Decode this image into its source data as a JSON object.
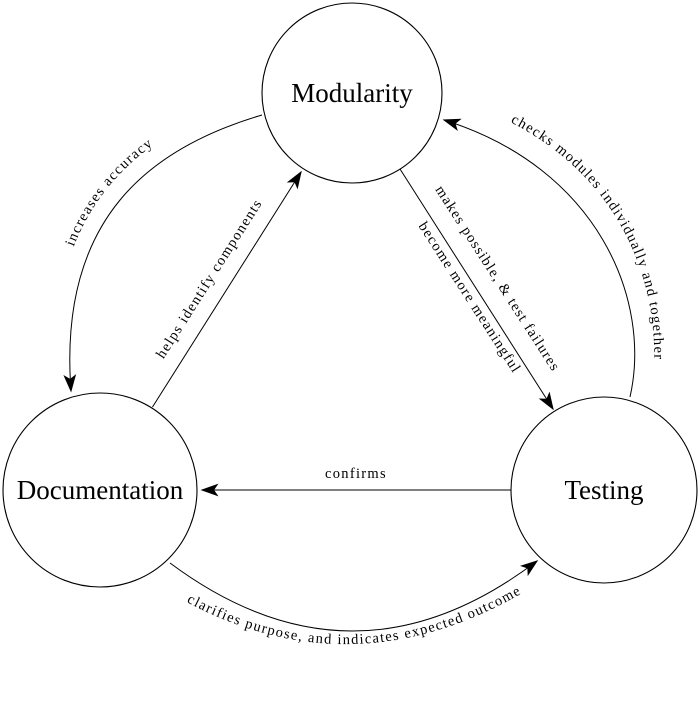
{
  "diagram": {
    "background_color": "#ffffff",
    "stroke_color": "#000000",
    "text_color": "#000000",
    "arrowhead_style": "filled-stealth-triangle",
    "nodes": {
      "modularity": {
        "label": "Modularity"
      },
      "documentation": {
        "label": "Documentation"
      },
      "testing": {
        "label": "Testing"
      }
    },
    "edges": {
      "modularity_to_documentation": {
        "from": "Modularity",
        "to": "Documentation",
        "shape": "curved-arc-left",
        "label": "increases accuracy"
      },
      "documentation_to_modularity": {
        "from": "Documentation",
        "to": "Modularity",
        "shape": "straight",
        "label": "helps identify components"
      },
      "modularity_to_testing": {
        "from": "Modularity",
        "to": "Testing",
        "shape": "straight",
        "label_line1": "makes possible, & test failures",
        "label_line2": "become more meaningful"
      },
      "testing_to_modularity": {
        "from": "Testing",
        "to": "Modularity",
        "shape": "curved-arc-right",
        "label": "checks modules individually and together"
      },
      "testing_to_documentation": {
        "from": "Testing",
        "to": "Documentation",
        "shape": "straight",
        "label": "confirms"
      },
      "documentation_to_testing": {
        "from": "Documentation",
        "to": "Testing",
        "shape": "curved-arc-bottom",
        "label": "clarifies purpose, and indicates expected outcome"
      }
    }
  }
}
